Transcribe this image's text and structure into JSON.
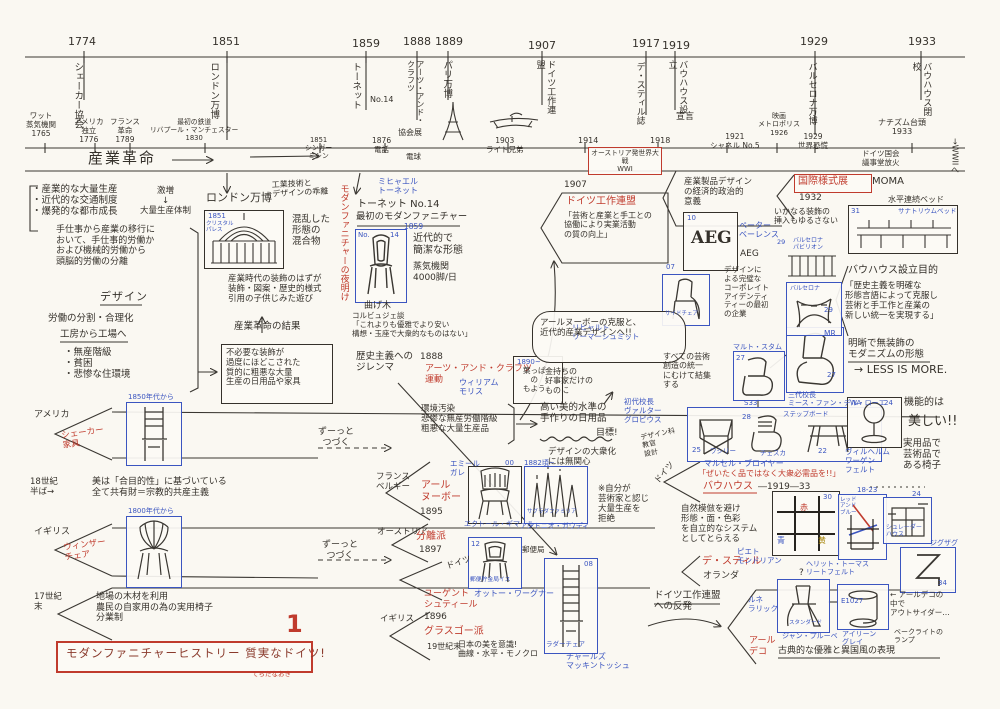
{
  "colors": {
    "ink": "#35312b",
    "blue": "#3b55c0",
    "red": "#c03b2d",
    "paper": "#faf8f2"
  },
  "top": {
    "y1774": {
      "year": "1774",
      "event": "シェーカー協会"
    },
    "y1851": {
      "year": "1851",
      "event": "ロンドン万博"
    },
    "y1859": {
      "year": "1859",
      "event": "トーネット",
      "sub": "No.14"
    },
    "y1888": {
      "year": "1888",
      "event": "アーツ・アンド・クラフツ",
      "sub": "協会展"
    },
    "y1889": {
      "year": "1889",
      "event": "パリ万博"
    },
    "y1907": {
      "year": "1907",
      "event": "ドイツ工作連盟"
    },
    "y1917": {
      "year": "1917",
      "event": "デ・スティル誌"
    },
    "y1919": {
      "year": "1919",
      "event": "バウハウス設立",
      "sub": "宣言"
    },
    "y1929": {
      "year": "1929",
      "event": "バルセロナ万博"
    },
    "y1933": {
      "year": "1933",
      "event": "バウハウス閉校"
    }
  },
  "mid": {
    "watt": "ワット\n蒸気機関\n1765",
    "usa": "アメリカ\n独立\n1776",
    "france": "フランス\n革命\n1789",
    "rail": "最初の鉄道\nリバプール・マンチェスター\n1830",
    "revolution": "産業革命",
    "singer": "1851\nシンガー\nミシン",
    "phone": "1876\n電話",
    "bulb": "電球",
    "wright": "1903\nライト兄弟",
    "y1914": "1914",
    "wwi": "オーストリア発世界大戦\nWWI",
    "y1918": "1918",
    "chanel": "1921\nシャネル No.5",
    "metropolis": "映画\nメトロポリス\n1926",
    "depression": "1929\n世界恐慌",
    "nazism": "ナチズム台頭\n1933",
    "reichstag": "ドイツ国会\n議事堂放火",
    "wwii": "→WWIIへ"
  },
  "industrial": {
    "effects": "・産業的な大量生産\n・近代的な交通制度\n・爆発的な都市成長",
    "surge": "激増\n↓\n大量生産体制",
    "shift": "手仕事から産業の移行に\nおいて、手仕事的労働か\nおよび機械的労働から\n頭脳的労働の分離",
    "design": "デザイン",
    "division": "労働の分割・合理化",
    "factory": "工房から工場へ",
    "problems": "・無産階級\n・貧困\n・悲惨な住環境"
  },
  "expo": {
    "title": "ロンドン万博",
    "year": "1851",
    "palace": "クリスタル\nパレス",
    "gap": "工業技術と\nデザインの乖離",
    "chaos": "混乱した\n形態の\n混合物",
    "dawn": "モダンファニチャーの夜明け",
    "play": "産業時代の装飾のはずが\n装飾・図案・歴史的様式\n引用の子供じみた遊び",
    "result": "産業革命の結果",
    "resultbox": "不必要な装飾が\n過度にほどこされた\n質的に粗悪な大量\n生産の日用品や家具"
  },
  "thonet": {
    "person": "ミヒャエル\nトーネット",
    "name": "トーネット No.14",
    "first": "最初のモダンファニチャー",
    "year": "1859",
    "no": "No.",
    "no2": "14",
    "modern": "近代的で\n簡潔な形態",
    "steam": "蒸気機関\n4000脚/日",
    "bent": "曲げ木",
    "quote": "コルビュジェ談\n「これよりも優雅でより安い\n構想・玉座で大衆的なものはない」",
    "dilemma": "歴史主義への\nジレンマ"
  },
  "craft": {
    "year": "1888",
    "name": "アーツ・アンド・クラフツ\n運動",
    "morris": "ウィリアム\nモリス",
    "problems": "環境汚染\n悲惨な無産労働階級\n粗悪な大量生産品",
    "goal": "高い美的水準の\n手作りの日用品",
    "mark": "目標!",
    "leafyear": "1890~",
    "leaf": "葉っぱ\nの\nもよう",
    "rich": "金持ちの\n好事家だけの\nものに",
    "indiff": "デザインの大衆化\nには無関心",
    "artist": "※自分が\n芸術家と認じ\n大量生産を\n拒絶",
    "continue1": "ずーっと\nつづく",
    "continue2": "ずーっと\nつづく"
  },
  "nouveau": {
    "region": "フランス\nベルギー",
    "name": "アール\nヌーボー",
    "year": "1895",
    "galle": "エミール\nガレ",
    "no": "00",
    "guimard": "エクトール・ギマール",
    "gaudiyear": "1882頃~",
    "sagrada": "サグラダファミリア",
    "gaudi": "アントニオ・ガウディ"
  },
  "secession": {
    "region": "オーストリア",
    "name": "分離派",
    "year": "1897",
    "no": "12",
    "post": "郵便局",
    "chair": "郵便貯金局イス",
    "wagner": "オットー・ワーグナー"
  },
  "jugend": {
    "region": "ドイツ",
    "name": "ユーゲント\nシュティール",
    "year": "1896"
  },
  "glasgow": {
    "region": "イギリス",
    "name": "グラスゴー派",
    "year": "19世紀末",
    "japan": "日本の美を意識!\n曲線・水平・モノクロ",
    "no": "08",
    "ladder": "ラダーチェア",
    "mackintosh": "チャールズ\nマッキントッシュ"
  },
  "werkbund": {
    "year": "1907",
    "name": "ドイツ工作連盟",
    "quote": "「芸術と産業と手工との\n協働により実業活動\nの質の向上」",
    "meaning": "産業製品デザイン\nの経済的政治的\n意義",
    "aeg": "AEG",
    "no": "10",
    "behrens": "ペーター\nベーレンス",
    "aeg2": "AEG",
    "ci": "デザインに\nよる完璧な\nコーポレイト\nアイデンティ\nティーの最初\nの企業",
    "chairno": "07",
    "sidechair": "サイドチェア",
    "riemerschmid": "リヒャルト\nリーマーシュミット",
    "overcome": "アールヌーボーの克服と、\n近代的産業デザインへ!!"
  },
  "shaker": {
    "region": "アメリカ",
    "name": "シェーカー\n家具",
    "year": "1850年代から",
    "period": "18世紀\n半ば→",
    "belief": "美は「合目的性」に基づいている\n全て共有財＝宗教的共産主義"
  },
  "windsor": {
    "region": "イギリス",
    "name": "ウィンザー\nチェア",
    "year": "1800年代から",
    "period": "17世紀\n末",
    "detail": "地場の木材を利用\n農民の自家用の為の実用椅子\n分業制"
  },
  "bauhaus": {
    "gropius": "初代校長\nヴァルター\nグロピウス",
    "dept": "デザイン科\n教官\n設計",
    "unite": "すべての芸術\n創造の統一\nにむけて結集\nする",
    "stam": "マルト・スタム",
    "no27": "27",
    "s33": "S33",
    "mr": "MR",
    "mrno": "27",
    "mies": "三代校長\nミース・ファン・デル・ローエ",
    "wassilyno": "25",
    "wassily": "ワシリー",
    "cescano": "28",
    "cesca": "チェスカ",
    "stepno": "22",
    "step": "ステップボード",
    "breuer": "マルセル・ブロイヤー",
    "quote": "「ぜいたく品ではなく大衆必需品を!!」",
    "name": "バウハウス",
    "years": "―1919―33",
    "region": "ドイツ",
    "purpose_title": "バウハウス設立目的",
    "purpose": "「歴史主義を明確な\n形態言語によって克服し\n芸術と手工作と産業の\n新しい統一を実現する」",
    "modernism": "明晰で無装飾の\nモダニズムの形態",
    "less": "→ LESS IS MORE.",
    "intl": "国際様式展",
    "moma": "MOMA",
    "intl_year": "1932",
    "intl_note": "いかなる装飾の\n挿入もゆるさない",
    "bed_label": "水平連続ベッド",
    "bed_no": "31",
    "bed_blue": "サナトリウムベッド",
    "pav_no": "29",
    "pavilion": "バルセロナ\nパビリオン",
    "barcelona": "バルセロナ",
    "bar_no": "29",
    "wa": "WA",
    "wa_no": "24",
    "wagenfeld": "ヴィルヘルム\nワーゲン\nフェルト",
    "functional": "機能的は",
    "beautiful": "美しい!!",
    "useful": "実用品で\n芸術品で\nある椅子"
  },
  "destijl": {
    "name": "デ・スティル",
    "region": "オランダ",
    "nature": "自然模倣を避け\n形態・面・色彩\nを自立的なシステム\nとしてとらえる",
    "mond_no": "30",
    "red": "赤",
    "blue": "青",
    "yellow": "黄",
    "mondrian": "ピエト\nモンドリアン",
    "rb_years": "18-23",
    "redblue": "レッド\nアンド\nブルー",
    "rietveld": "ヘリット・トーマス\nリートフェルト",
    "schroder_no": "24",
    "schroder": "シュレーダー\nハウス",
    "zigzag": "ジグザグ",
    "zigzag_no": "34"
  },
  "deco": {
    "reaction": "ドイツ工作連盟\nへの反発",
    "name": "アール\nデコ",
    "lalique": "ルネ\nラリック",
    "q": "?",
    "standard": "スタンダード",
    "prouve": "ジャン・プルーベ",
    "e1027": "E1027",
    "gray": "アイリーン\nグレイ",
    "outsider": "← アールデコの\n中で\nアウトサイダー…",
    "bakelite": "ベークライトの\nランプ",
    "classic": "古典的な優雅と異国風の表現"
  },
  "title": {
    "text": "モダンファニチャーヒストリー 質実なドイツ!",
    "no": "1",
    "credit": "てらだなおき"
  }
}
